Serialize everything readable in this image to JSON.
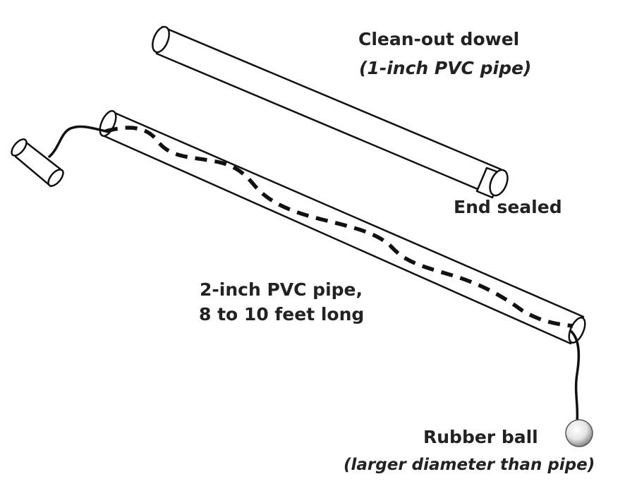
{
  "labels": {
    "dowel_title": "Clean-out dowel",
    "dowel_subtitle": "(1-inch PVC pipe)",
    "end_sealed": "End sealed",
    "main_pipe_line1": "2-inch PVC pipe,",
    "main_pipe_line2": "8 to 10 feet long",
    "ball_title": "Rubber ball",
    "ball_subtitle": "(larger diameter than pipe)"
  },
  "colors": {
    "outline": "#111111",
    "text": "#222222",
    "background": "#ffffff"
  }
}
